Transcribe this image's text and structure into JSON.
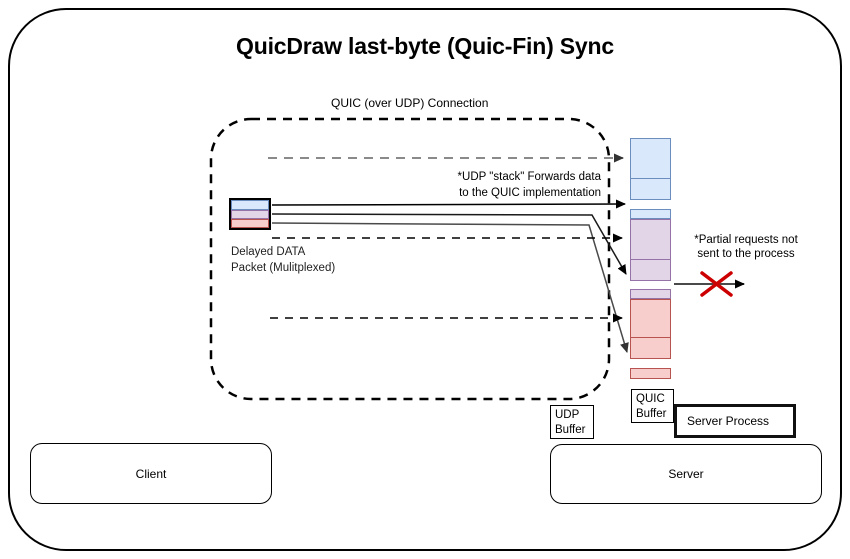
{
  "title": "QuicDraw last-byte (Quic-Fin) Sync",
  "connection_label": "QUIC (over UDP) Connection",
  "notes": {
    "udp_stack": [
      "*UDP \"stack\" Forwards data",
      "to the QUIC implementation"
    ],
    "delayed_packet": [
      "Delayed DATA",
      "Packet (Mulitplexed)"
    ],
    "partial_requests": [
      "*Partial requests not",
      "sent to the process"
    ]
  },
  "labels": {
    "udp_buffer": [
      "UDP",
      "Buffer"
    ],
    "quic_buffer": [
      "QUIC",
      "Buffer"
    ],
    "server_process": "Server Process",
    "client": "Client",
    "server": "Server"
  },
  "colors": {
    "stream_blue_fill": "#dae8fc",
    "stream_blue_border": "#6c8ebf",
    "stream_purple_fill": "#e1d5e7",
    "stream_purple_border": "#9673a6",
    "stream_red_fill": "#f8cecc",
    "stream_red_border": "#b85450",
    "blocked_x": "#cc0000",
    "dashed_gray_line": "#8a8a8a"
  }
}
